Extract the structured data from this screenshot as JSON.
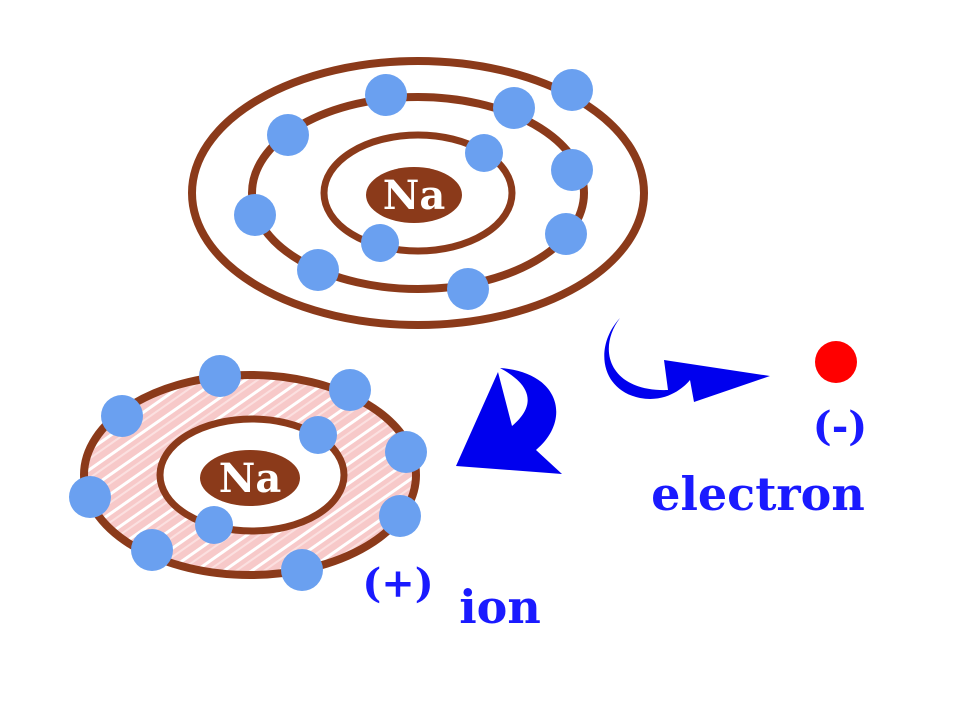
{
  "diagram": {
    "atom": {
      "nucleus_label": "Na",
      "shells": [
        {
          "electrons": 2
        },
        {
          "electrons": 8
        },
        {
          "electrons": 1
        }
      ]
    },
    "ion": {
      "nucleus_label": "Na",
      "shells": [
        {
          "electrons": 2
        },
        {
          "electrons": 8
        }
      ],
      "charge_label": "(+)",
      "word_label": "ion"
    },
    "electron": {
      "charge_label": "(-)",
      "word_label": "electron"
    },
    "colors": {
      "shell": "#8b3a1a",
      "nucleus": "#8b3a1a",
      "electron_dot": "#6aa0f0",
      "free_electron": "#ff0000",
      "arrow": "#0000ee",
      "ion_fill": "#f6c6c6",
      "label": "#1a1aff"
    }
  }
}
